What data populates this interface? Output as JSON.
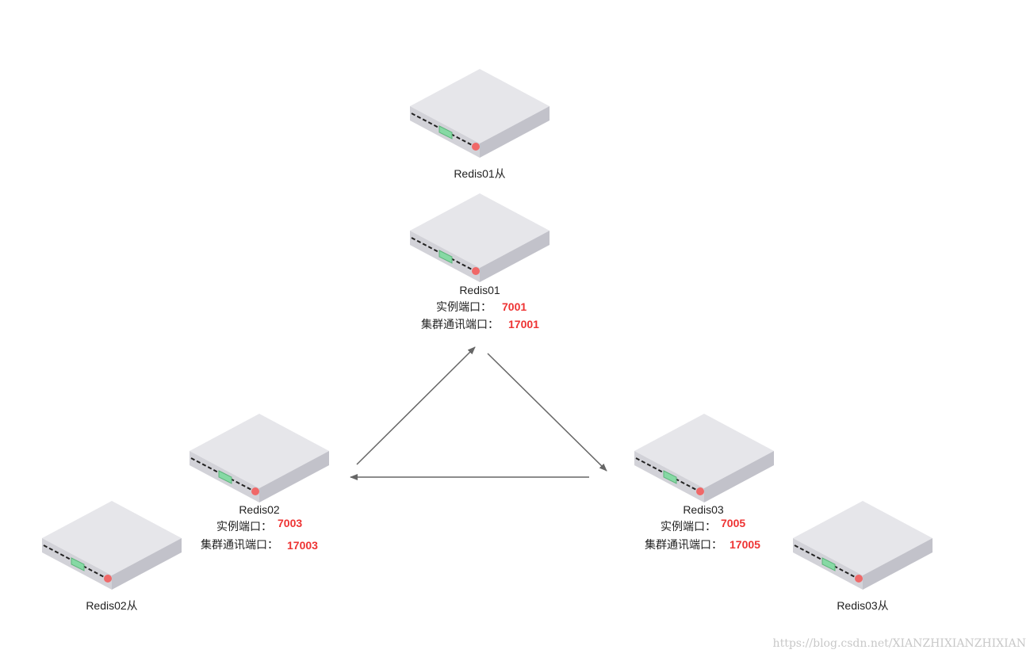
{
  "nodes": {
    "redis01_replica": {
      "name": "Redis01从"
    },
    "redis01": {
      "name": "Redis01",
      "instance_port_label": "实例端口：",
      "instance_port": "7001",
      "bus_port_label": "集群通讯端口：",
      "bus_port": "17001"
    },
    "redis02": {
      "name": "Redis02",
      "instance_port_label": "实例端口：",
      "instance_port": "7003",
      "bus_port_label": "集群通讯端口：",
      "bus_port": "17003"
    },
    "redis02_replica": {
      "name": "Redis02从"
    },
    "redis03": {
      "name": "Redis03",
      "instance_port_label": "实例端口：",
      "instance_port": "7005",
      "bus_port_label": "集群通讯端口：",
      "bus_port": "17005"
    },
    "redis03_replica": {
      "name": "Redis03从"
    }
  },
  "edges": [
    {
      "from": "Redis02",
      "to": "Redis01"
    },
    {
      "from": "Redis01",
      "to": "Redis03"
    },
    {
      "from": "Redis03",
      "to": "Redis02"
    }
  ],
  "watermark": "https://blog.csdn.net/XIANZHIXIANZHIXIAN",
  "colors": {
    "server_top": "#e6e6ea",
    "server_left": "#d2d2d8",
    "server_front": "#c2c2ca",
    "led_green": "#86d9a4",
    "led_red": "#f06868",
    "port_value": "#ee3333",
    "arrow": "#666666"
  }
}
